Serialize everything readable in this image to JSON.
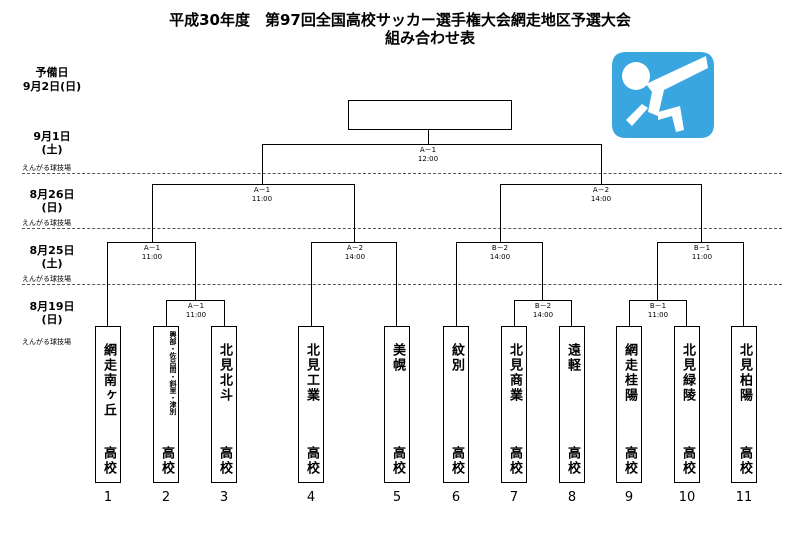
{
  "title": {
    "line1": "平成30年度　第97回全国高校サッカー選手権大会網走地区予選大会",
    "line2": "組み合わせ表"
  },
  "reserve_day": {
    "label": "予備日",
    "date": "9月2日(日)"
  },
  "rounds": [
    {
      "date": "9月1日",
      "dow": "(土)",
      "venue": "えんがる球技場"
    },
    {
      "date": "8月26日",
      "dow": "(日)",
      "venue": "えんがる球技場"
    },
    {
      "date": "8月25日",
      "dow": "(土)",
      "venue": "えんがる球技場"
    },
    {
      "date": "8月19日",
      "dow": "(日)",
      "venue": "えんがる球技場"
    }
  ],
  "matches": {
    "final": {
      "code": "A－1",
      "time": "12:00"
    },
    "semi_left": {
      "code": "A－1",
      "time": "11:00"
    },
    "semi_right": {
      "code": "A－2",
      "time": "14:00"
    },
    "qf1": {
      "code": "A－1",
      "time": "11:00"
    },
    "qf2": {
      "code": "A－2",
      "time": "14:00"
    },
    "qf3": {
      "code": "B－2",
      "time": "14:00"
    },
    "qf4": {
      "code": "B－1",
      "time": "11:00"
    },
    "r1_a": {
      "code": "A－1",
      "time": "11:00"
    },
    "r1_b": {
      "code": "B－2",
      "time": "14:00"
    },
    "r1_c": {
      "code": "B－1",
      "time": "11:00"
    }
  },
  "teams": [
    {
      "name": "網走南ヶ丘",
      "suffix": "高校",
      "num": "1"
    },
    {
      "name": "興部・佐呂間・斜里・津別",
      "suffix": "高校",
      "num": "2"
    },
    {
      "name": "北見北斗",
      "suffix": "高校",
      "num": "3"
    },
    {
      "name": "北見工業",
      "suffix": "高校",
      "num": "4"
    },
    {
      "name": "美幌",
      "suffix": "高校",
      "num": "5"
    },
    {
      "name": "紋別",
      "suffix": "高校",
      "num": "6"
    },
    {
      "name": "北見商業",
      "suffix": "高校",
      "num": "7"
    },
    {
      "name": "遠軽",
      "suffix": "高校",
      "num": "8"
    },
    {
      "name": "網走桂陽",
      "suffix": "高校",
      "num": "9"
    },
    {
      "name": "北見緑陵",
      "suffix": "高校",
      "num": "10"
    },
    {
      "name": "北見柏陽",
      "suffix": "高校",
      "num": "11"
    }
  ],
  "colors": {
    "logo": "#3aa6e0"
  }
}
